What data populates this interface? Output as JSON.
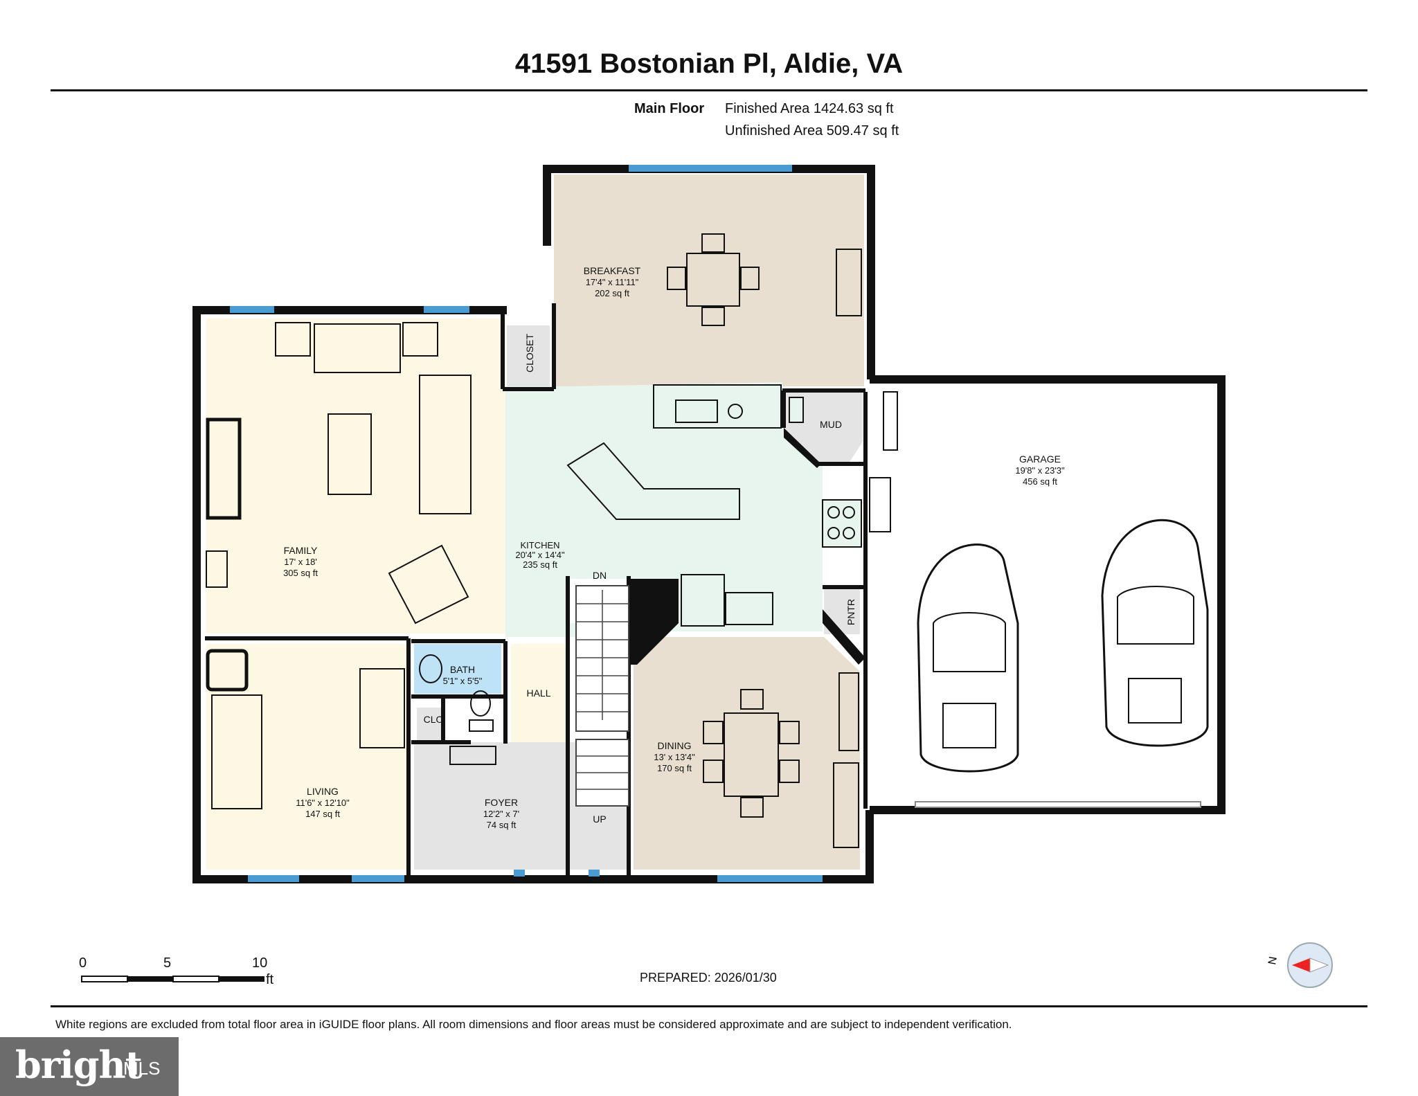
{
  "header": {
    "address": "41591 Bostonian Pl, Aldie, VA",
    "floor": "Main Floor",
    "finished": "Finished Area 1424.63 sq ft",
    "unfinished": "Unfinished Area 509.47 sq ft"
  },
  "rooms": {
    "breakfast": {
      "name": "BREAKFAST",
      "dims": "17'4\" x 11'11\"",
      "area": "202 sq ft"
    },
    "family": {
      "name": "FAMILY",
      "dims": "17' x 18'",
      "area": "305 sq ft"
    },
    "kitchen": {
      "name": "KITCHEN",
      "dims": "20'4\" x 14'4\"",
      "area": "235 sq ft"
    },
    "garage": {
      "name": "GARAGE",
      "dims": "19'8\" x 23'3\"",
      "area": "456 sq ft"
    },
    "living": {
      "name": "LIVING",
      "dims": "11'6\" x 12'10\"",
      "area": "147 sq ft"
    },
    "bath": {
      "name": "BATH",
      "dims": "5'1\" x 5'5\""
    },
    "foyer": {
      "name": "FOYER",
      "dims": "12'2\" x 7'",
      "area": "74 sq ft"
    },
    "dining": {
      "name": "DINING",
      "dims": "13' x 13'4\"",
      "area": "170 sq ft"
    }
  },
  "labels": {
    "closet": "CLOSET",
    "mud": "MUD",
    "pntr": "PNTR",
    "hall": "HALL",
    "clo": "CLO",
    "dn": "DN",
    "up": "UP"
  },
  "scale": {
    "marks": [
      "0",
      "5",
      "10"
    ],
    "unit": "ft"
  },
  "compass": {
    "label": "N"
  },
  "prepared": "PREPARED: 2026/01/30",
  "disclaimer": "White regions are excluded from total floor area in iGUIDE floor plans. All room dimensions and floor areas must be considered approximate and are subject to independent verification.",
  "logo": {
    "word": "bright",
    "suffix": "MLS"
  },
  "colors": {
    "wall": "#111111",
    "window": "#4a9bd1",
    "breakfast": "#e9dfd0",
    "family": "#fdf8e3",
    "kitchen": "#e8f4ee",
    "living": "#fdf8e3",
    "dining": "#e9dfd0",
    "bath": "#bfe3f6",
    "gray": "#e4e4e4"
  }
}
